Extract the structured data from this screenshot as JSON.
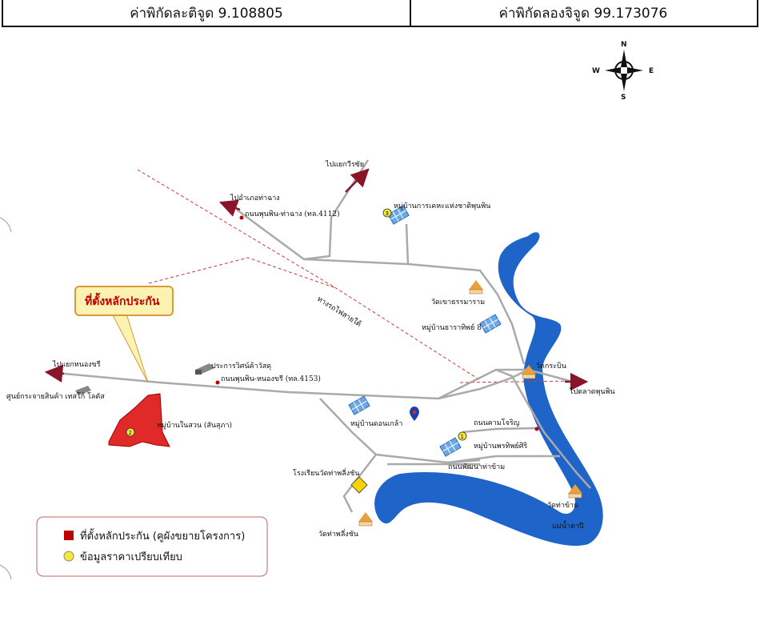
{
  "header": {
    "latitude_label": "ค่าพิกัดละติจูด 9.108805",
    "longitude_label": "ค่าพิกัดลองจิจูด 99.173076"
  },
  "compass": {
    "n": "N",
    "s": "S",
    "e": "E",
    "w": "W"
  },
  "callout": {
    "text": "ที่ตั้งหลักประกัน"
  },
  "labels": {
    "to_surat": "ไปแยกวีรซัย",
    "to_thachang": "ไปอำเภอท่าฉาง",
    "road_4112": "ถนนพุนพิน-ท่าฉาง (ทล.4112)",
    "village_3": "หมู่บ้านการเคหะแห่งชาติพุนพิน",
    "railway": "ทางรถไฟสายใต้",
    "wat_khao": "วัดเขาธรรมาราม",
    "village_pornthip": "หมู่บ้านธาราทิพย์ 8",
    "to_nongkhri": "ไปแยกหนองขรี",
    "prakan": "ประการวิศน์ค้าวัสดุ",
    "road_4153": "ถนนพุนพิน-หนองขรี (ทล.4153)",
    "wat_kraben": "วัดกระบิน",
    "to_market": "ไปตลาดพุนพิน",
    "center": "ศูนย์กระจายสินค้า เทสโก้ โลตัส",
    "village_2": "หมู่บ้านในสวน (สันสุภา)",
    "village_dontan": "หมู่บ้านดอนเกล้า",
    "road_kham": "ถนนคามโจริญ",
    "village_1": "หมู่บ้านพรทิพย์ศิริ",
    "road_phatthana": "ถนนพัฒนาท่าข้าม",
    "school": "โรงเรียนวัดท่าพลี่งชัน",
    "wat_thakham": "วัดท่าข้าม",
    "wat_thaphli": "วัดท่าพลี่งชัน",
    "river": "แม่น้ำตาปี"
  },
  "markers": {
    "one": "1",
    "two": "2",
    "three": "3"
  },
  "legend": {
    "item1": "ที่ตั้งหลักประกัน (คูผังขยายโครงการ)",
    "item2": "ข้อมูลราคาเปรียบเทียบ"
  },
  "colors": {
    "river": "#1f64c8",
    "plot": "#e02a2a",
    "road_marker": "#c00000",
    "arrow": "#8a1428",
    "marker_yellow": "#f6e83a",
    "legend_border": "#c86464",
    "callout_fill": "#fdf2b2"
  }
}
